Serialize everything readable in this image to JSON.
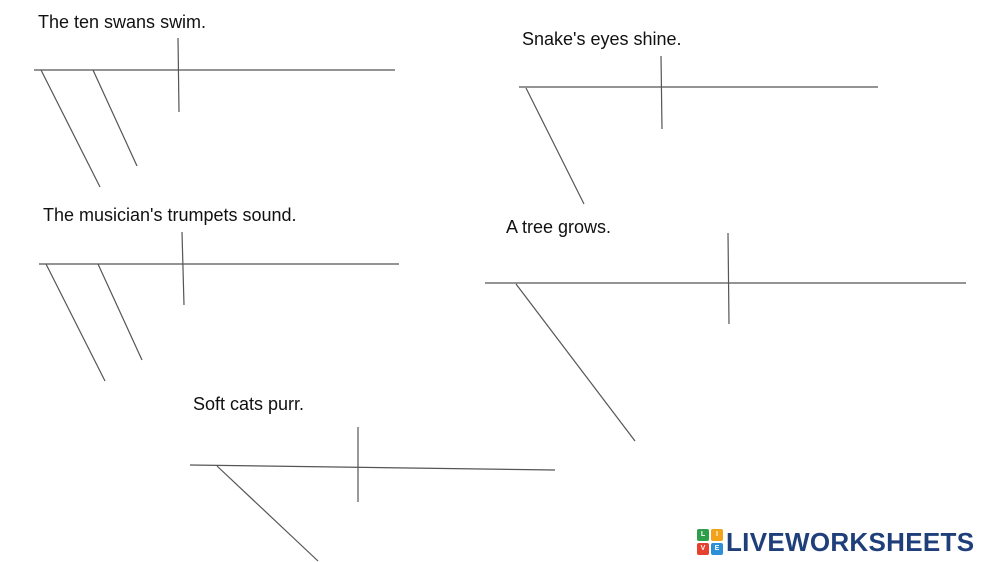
{
  "sentences": [
    {
      "id": "s1",
      "text": "The ten swans swim."
    },
    {
      "id": "s2",
      "text": "Snake's eyes shine."
    },
    {
      "id": "s3",
      "text": "The musician's trumpets sound."
    },
    {
      "id": "s4",
      "text": "A tree grows."
    },
    {
      "id": "s5",
      "text": "Soft cats purr."
    }
  ],
  "brand": {
    "name": "LIVEWORKSHEETS",
    "mark_letters": [
      "L",
      "I",
      "V",
      "E"
    ],
    "colors": {
      "text": "#1f3f7a",
      "mark": [
        "#2e9e4a",
        "#f3a21b",
        "#e6402f",
        "#2d8fd6"
      ]
    }
  }
}
